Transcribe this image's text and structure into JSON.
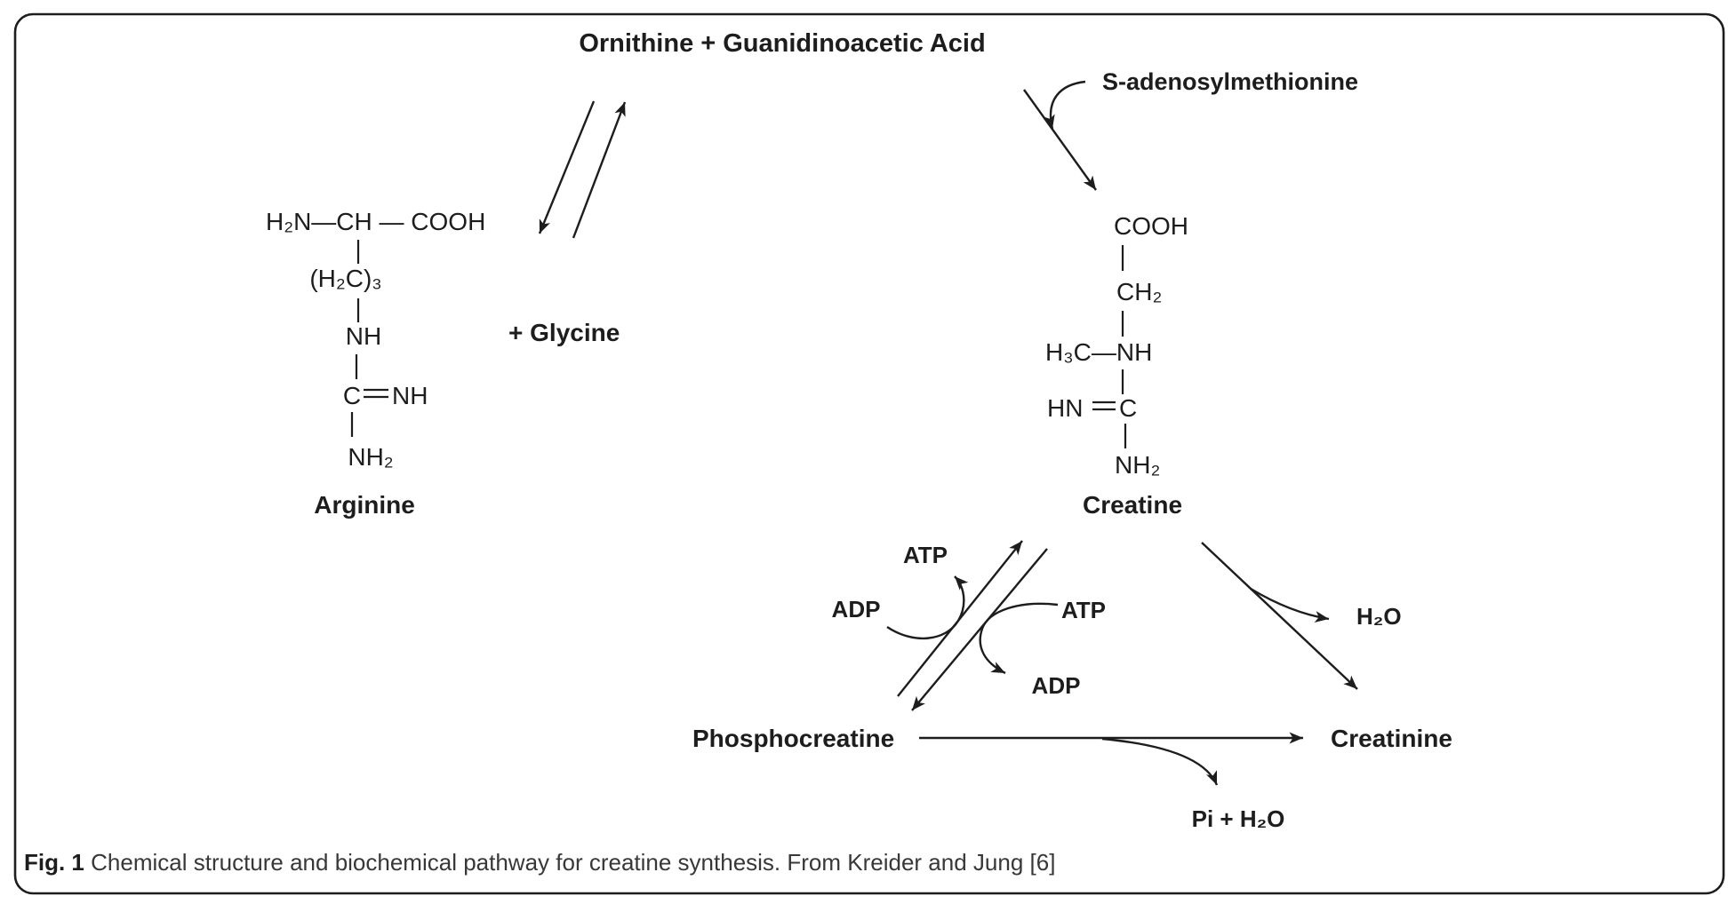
{
  "figure": {
    "title": "Ornithine + Guanidinoacetic Acid",
    "sam": "S-adenosylmethionine",
    "glycine": "+ Glycine",
    "arginine": {
      "backbone": "H₂N—CH — COOH",
      "chain": "(H₂C)₃",
      "nh": "NH",
      "c": "C",
      "nh_right": "NH",
      "nh2": "NH₂",
      "label": "Arginine"
    },
    "creatine": {
      "cooh": "COOH",
      "ch2": "CH₂",
      "h3c_nh": "H₃C—NH",
      "hn": "HN",
      "c": "C",
      "nh2": "NH₂",
      "label": "Creatine"
    },
    "kinase": {
      "atp_top": "ATP",
      "adp_left": "ADP",
      "atp_right": "ATP",
      "adp_bottom": "ADP"
    },
    "phosphocreatine": "Phosphocreatine",
    "creatinine": "Creatinine",
    "h2o": "H₂O",
    "pi_h2o": "Pi + H₂O",
    "caption": {
      "label": "Fig. 1",
      "text": " Chemical structure and biochemical pathway for creatine synthesis. From Kreider and Jung [6]"
    },
    "colors": {
      "ink": "#1d1d1d",
      "background": "#ffffff",
      "caption_text": "#383838"
    }
  }
}
